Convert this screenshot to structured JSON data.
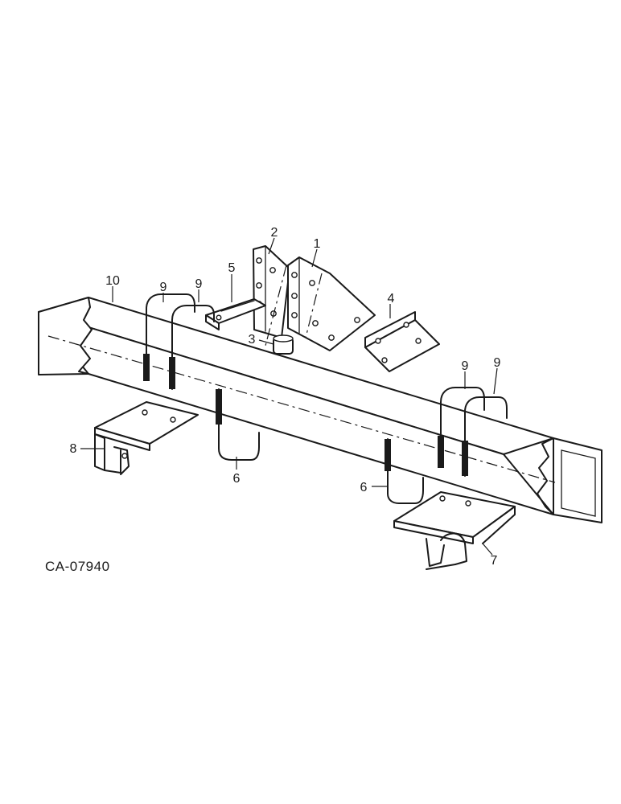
{
  "figure": {
    "code": "CA-07940",
    "callouts": [
      "1",
      "2",
      "3",
      "4",
      "5",
      "6",
      "6",
      "7",
      "8",
      "9",
      "9",
      "9",
      "9",
      "10"
    ]
  }
}
